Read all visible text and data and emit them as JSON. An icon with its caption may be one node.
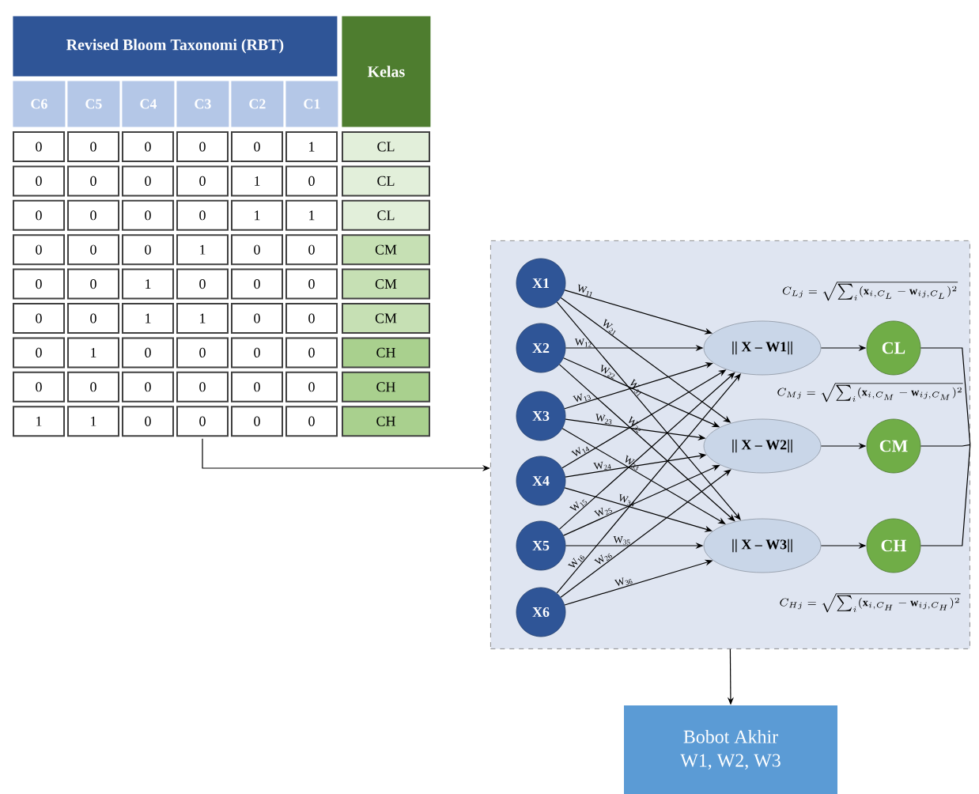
{
  "diagram": {
    "nodes": [
      {
        "text": [
          "Revised Bloom Taxonomi (RBT)",
          "Kelas"
        ]
      },
      {
        "text": [],
        "shape": "box"
      },
      {
        "text": [
          "X1"
        ],
        "in": 1
      },
      {
        "text": [
          "X2"
        ],
        "in": 1
      },
      {
        "text": [
          "X3"
        ],
        "in": 1
      },
      {
        "text": [
          "X4"
        ],
        "in": 1
      },
      {
        "text": [
          "X5"
        ],
        "in": 1
      },
      {
        "text": [
          "X6"
        ],
        "in": 1
      },
      {
        "text": [
          "|| X – W1||"
        ],
        "in": 1
      },
      {
        "text": [
          "|| X – W2||"
        ],
        "in": 1
      },
      {
        "text": [
          "|| X – W3||"
        ],
        "in": 1
      },
      {
        "text": [
          "CL"
        ],
        "in": 1,
        "beside": [
          "C_{Lj} = \\sqrt{\\sum_{i}(\\mathbf{x}_{i,C_L}-\\mathbf{w}_{ij,C_L})^{2}}"
        ]
      },
      {
        "text": [
          "CM"
        ],
        "in": 1,
        "beside": [
          "C_{Mj} = \\sqrt{\\sum_{i}(\\mathbf{x}_{i,C_M}-\\mathbf{w}_{ij,C_M})^{2}}"
        ]
      },
      {
        "text": [
          "CH"
        ],
        "in": 1,
        "beside": [
          "C_{Hj} = \\sqrt{\\sum_{i}(\\mathbf{x}_{i,C_H}-\\mathbf{w}_{ij,C_H})^{2}}"
        ]
      },
      {
        "text": [
          "Bobot Akhir",
          "W1, W2, W3"
        ]
      }
    ],
    "edges": [
      {
        "from": 2,
        "to": 8,
        "arrow": "to",
        "label": "W$_{11}$"
      },
      {
        "from": 2,
        "to": 9,
        "arrow": "to",
        "label": "W$_{21}$"
      },
      {
        "from": 2,
        "to": 10,
        "arrow": "to",
        "label": "W$_{31}$"
      },
      {
        "from": 3,
        "to": 8,
        "arrow": "to",
        "label": "W$_{12}$"
      },
      {
        "from": 3,
        "to": 9,
        "arrow": "to",
        "label": "W$_{22}$"
      },
      {
        "from": 3,
        "to": 10,
        "arrow": "to",
        "label": "W$_{32}$"
      },
      {
        "from": 4,
        "to": 8,
        "arrow": "to",
        "label": "W$_{13}$"
      },
      {
        "from": 4,
        "to": 9,
        "arrow": "to",
        "label": "W$_{23}$"
      },
      {
        "from": 4,
        "to": 10,
        "arrow": "to",
        "label": "W$_{33}$"
      },
      {
        "from": 5,
        "to": 8,
        "arrow": "to",
        "label": "W$_{14}$"
      },
      {
        "from": 5,
        "to": 9,
        "arrow": "to",
        "label": "W$_{24}$"
      },
      {
        "from": 5,
        "to": 10,
        "arrow": "to",
        "label": "W$_{34}$"
      },
      {
        "from": 6,
        "to": 8,
        "arrow": "to",
        "label": "W$_{15}$"
      },
      {
        "from": 6,
        "to": 9,
        "arrow": "to",
        "label": "W$_{25}$"
      },
      {
        "from": 6,
        "to": 10,
        "arrow": "to",
        "label": "W$_{35}$"
      },
      {
        "from": 7,
        "to": 8,
        "arrow": "to",
        "label": "W$_{16}$"
      },
      {
        "from": 7,
        "to": 9,
        "arrow": "to",
        "label": "W$_{26}$"
      },
      {
        "from": 7,
        "to": 10,
        "arrow": "to",
        "label": "W$_{36}$"
      },
      {
        "from": 8,
        "to": 11,
        "arrow": "to"
      },
      {
        "from": 9,
        "to": 12,
        "arrow": "to"
      },
      {
        "from": 10,
        "to": 13,
        "arrow": "to"
      },
      {
        "from": 11,
        "to": 1,
        "arrow": "none"
      },
      {
        "from": 12,
        "to": 1,
        "arrow": "none"
      },
      {
        "from": 13,
        "to": 1,
        "arrow": "none"
      },
      {
        "from": 0,
        "to": 1,
        "arrow": "to"
      },
      {
        "from": 1,
        "to": 14,
        "arrow": "to"
      }
    ],
    "labels": [
      "C6",
      "C5",
      "C4",
      "C3",
      "C2",
      "C1",
      "0",
      "0",
      "0",
      "0",
      "0",
      "1",
      "CL",
      "0",
      "0",
      "0",
      "0",
      "1",
      "0",
      "CL",
      "0",
      "0",
      "0",
      "0",
      "1",
      "1",
      "CL",
      "0",
      "0",
      "0",
      "1",
      "0",
      "0",
      "CM",
      "0",
      "0",
      "1",
      "0",
      "0",
      "0",
      "CM",
      "0",
      "0",
      "1",
      "1",
      "0",
      "0",
      "CM",
      "0",
      "1",
      "0",
      "0",
      "0",
      "0",
      "CH",
      "0",
      "0",
      "0",
      "0",
      "0",
      "0",
      "CH",
      "1",
      "1",
      "0",
      "0",
      "0",
      "0",
      "CH"
    ]
  }
}
